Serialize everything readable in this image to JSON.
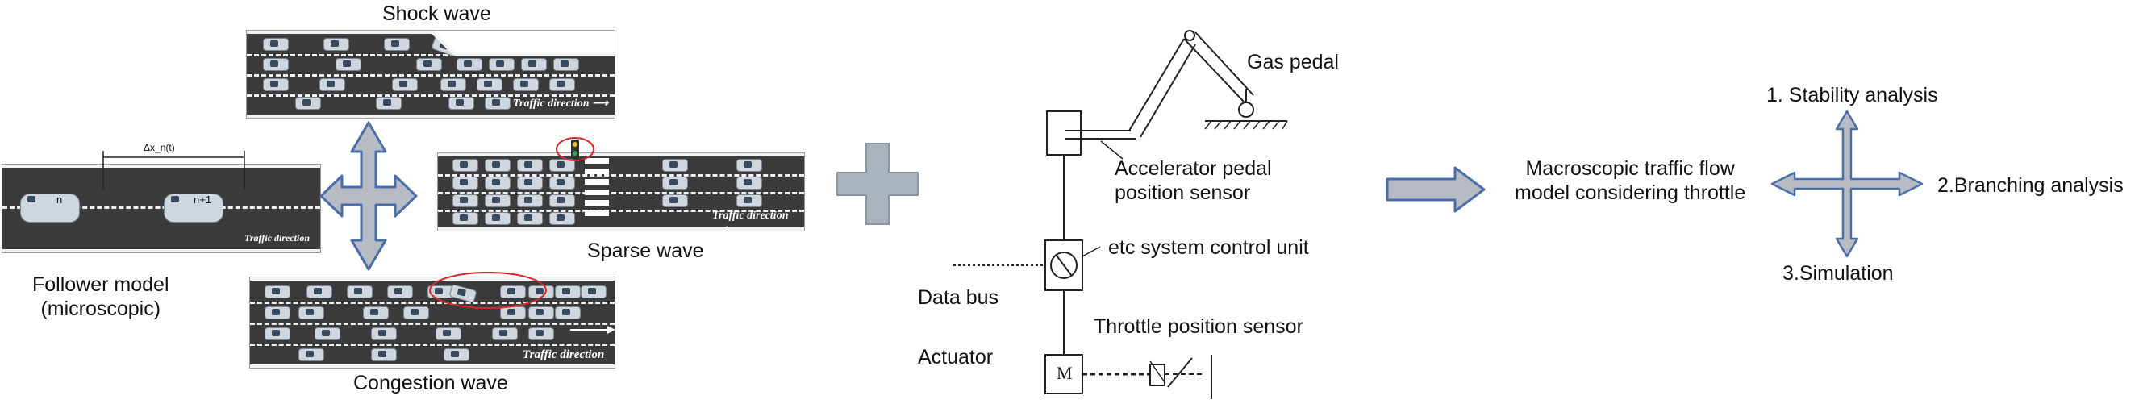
{
  "left_panel": {
    "shock_wave": "Shock wave",
    "sparse_wave": "Sparse wave",
    "congestion_wave": "Congestion wave",
    "follower_model_line1": "Follower model",
    "follower_model_line2": "(microscopic)",
    "traffic_direction": "Traffic direction",
    "gap_label": "Δx_n(t)",
    "car_n": "n",
    "car_n1": "n+1"
  },
  "middle_panel": {
    "gas_pedal": "Gas pedal",
    "accelerator_line1": "Accelerator pedal",
    "accelerator_line2": "position sensor",
    "etc_unit": "etc system control unit",
    "data_bus": "Data bus",
    "throttle_sensor": "Throttle position sensor",
    "actuator": "Actuator",
    "motor_symbol": "M"
  },
  "right_panel": {
    "macro_line1": "Macroscopic traffic flow",
    "macro_line2": "model considering throttle",
    "stability": "1. Stability analysis",
    "branching": "2.Branching analysis",
    "simulation": "3.Simulation"
  },
  "colors": {
    "arrow_fill": "#b7bcc4",
    "arrow_stroke": "#4a6ea8",
    "plus_fill": "#a9b3bf",
    "road": "#3b3b3b",
    "highlight": "#d22b2b"
  }
}
